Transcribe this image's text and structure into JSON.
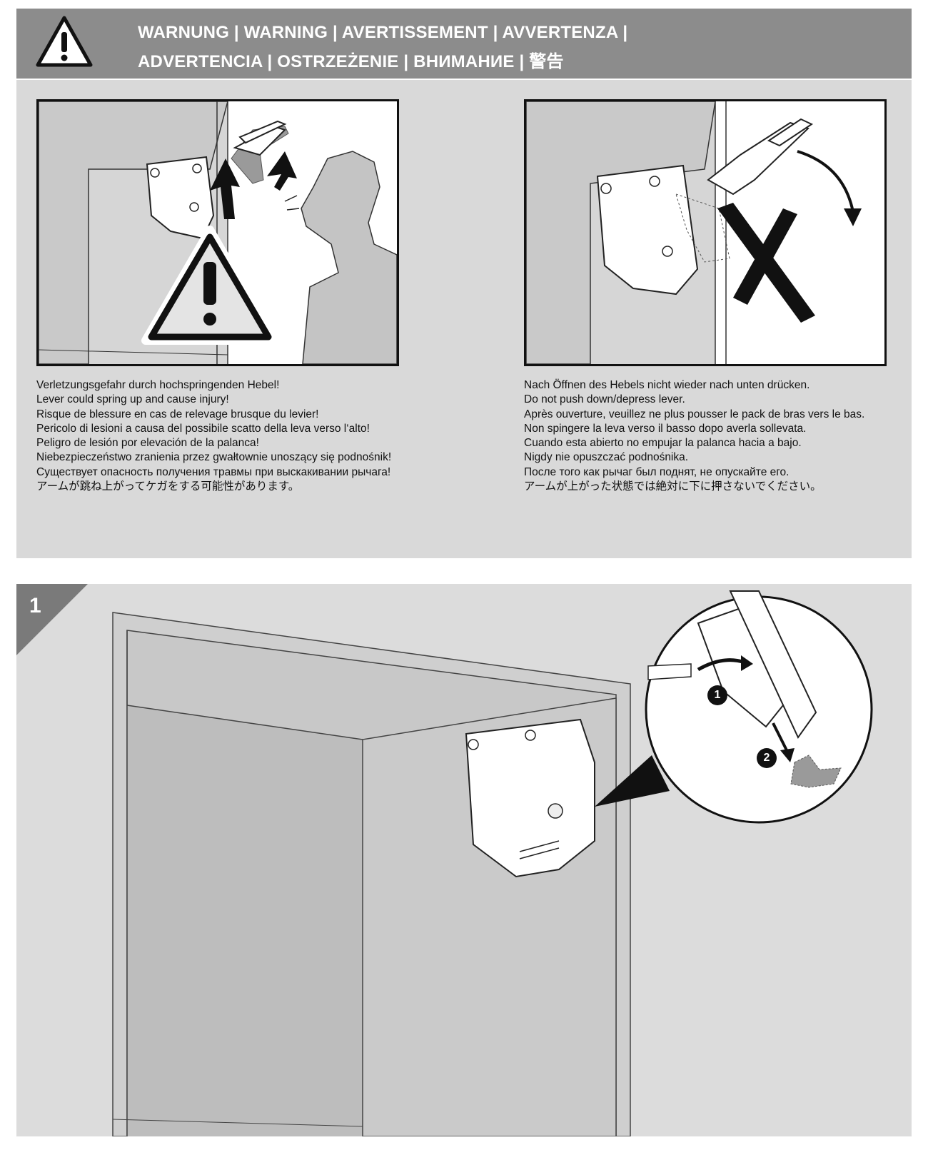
{
  "header": {
    "line1": "WARNUNG | WARNING | AVERTISSEMENT | AVVERTENZA |",
    "line2": "ADVERTENCIA | OSTRZEŻENIE | ВНИМАНИЕ | 警告"
  },
  "warnings": {
    "left": [
      "Verletzungsgefahr durch hochspringenden Hebel!",
      "Lever could spring up and cause injury!",
      "Risque de blessure en cas de relevage brusque du levier!",
      "Pericolo di lesioni a causa del possibile scatto della leva verso l‘alto!",
      "Peligro de lesión por elevación de la palanca!",
      "Niebezpieczeństwo zranienia przez gwałtownie unoszący się podnośnik!",
      "Существует опасность получения травмы при выскакивании рычага!",
      "アームが跳ね上がってケガをする可能性があります。"
    ],
    "right": [
      "Nach Öffnen des Hebels nicht wieder nach unten drücken.",
      "Do not push down/depress lever.",
      "Après ouverture, veuillez ne plus pousser le pack de bras vers le bas.",
      "Non spingere la leva verso il basso dopo averla sollevata.",
      "Cuando esta abierto no empujar la palanca hacia a bajo.",
      "Nigdy nie opuszczać podnośnika.",
      "После того как рычаг был поднят, не опускайте его.",
      "アームが上がった状態では絶対に下に押さないでください。"
    ]
  },
  "step": {
    "number": "1",
    "callout_1": "1",
    "callout_2": "2"
  }
}
